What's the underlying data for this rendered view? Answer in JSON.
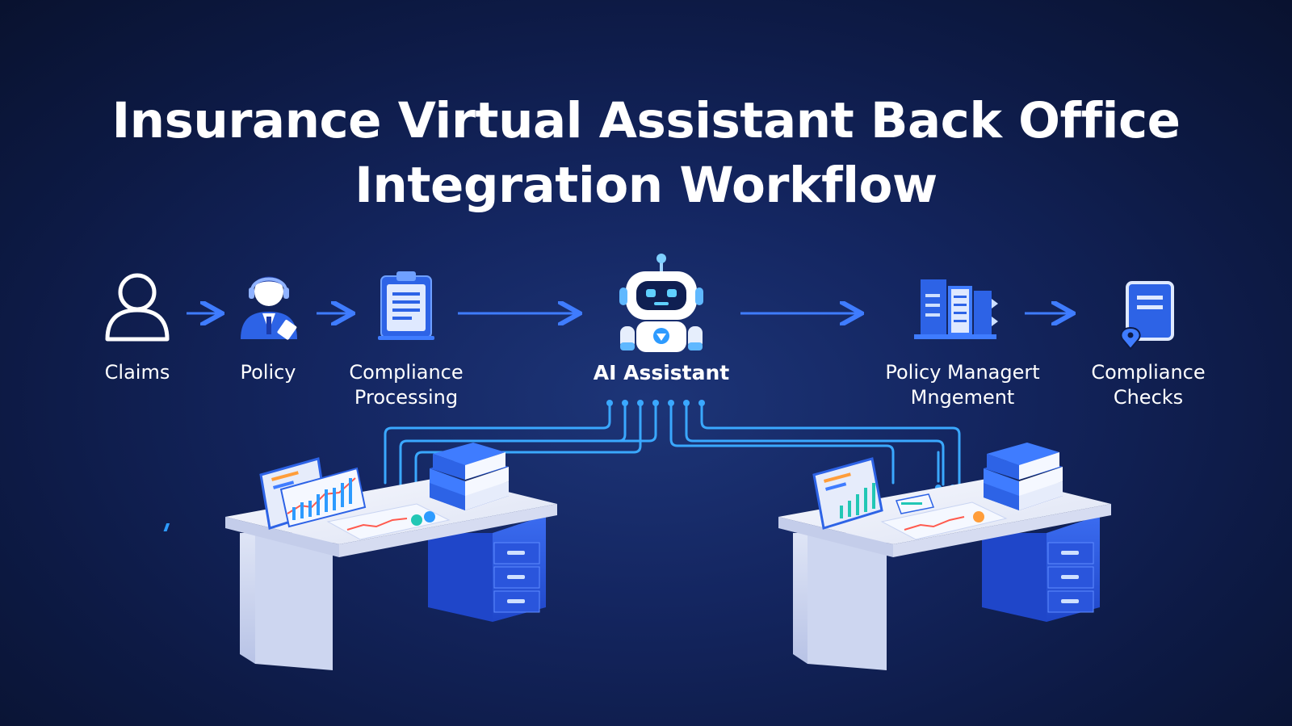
{
  "title": {
    "line1": "Insurance Virtual Assistant Back Office",
    "line2": "Integration Workflow"
  },
  "steps": [
    {
      "line1": "Claims",
      "line2": "",
      "icon": "person-icon"
    },
    {
      "line1": "Policy",
      "line2": "",
      "icon": "agent-icon"
    },
    {
      "line1": "Compliance",
      "line2": "Processing",
      "icon": "clipboard-icon"
    },
    {
      "line1": "AI Assistant",
      "line2": "",
      "icon": "robot-icon"
    },
    {
      "line1": "Policy Managert",
      "line2": "Mngement",
      "icon": "binders-icon"
    },
    {
      "line1": "Compliance",
      "line2": "Checks",
      "icon": "document-icon"
    }
  ],
  "colors": {
    "background": "#0d1a45",
    "accent_blue": "#2f6ff0",
    "line_cyan": "#3aa8ff",
    "desk_white": "#eef1fb",
    "cabinet_blue": "#2f5ee8"
  }
}
